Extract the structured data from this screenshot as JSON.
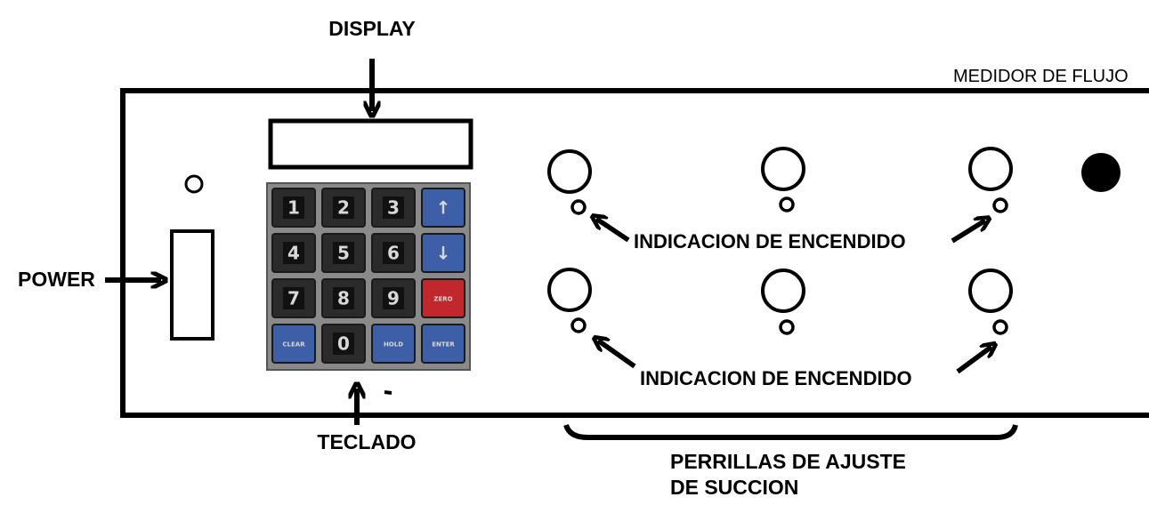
{
  "labels": {
    "display": "DISPLAY",
    "power": "POWER",
    "teclado": "TECLADO",
    "medidor": "MEDIDOR DE FLUJO",
    "indicacion_top": "INDICACION DE ENCENDIDO",
    "indicacion_bottom": "INDICACION DE ENCENDIDO",
    "perrillas_line1": "PERRILLAS DE AJUSTE",
    "perrillas_line2": "DE SUCCION"
  },
  "keypad": {
    "keys": [
      "1",
      "2",
      "3",
      "↑",
      "4",
      "5",
      "6",
      "↓",
      "7",
      "8",
      "9",
      "ZERO",
      "CLEAR",
      "0",
      "HOLD",
      "ENTER"
    ]
  },
  "colors": {
    "key_dark": "#2b2b2b",
    "key_blue": "#3d5fa8",
    "key_red": "#c0282d",
    "keypad_frame": "#8a8a8a",
    "ink": "#000000"
  }
}
